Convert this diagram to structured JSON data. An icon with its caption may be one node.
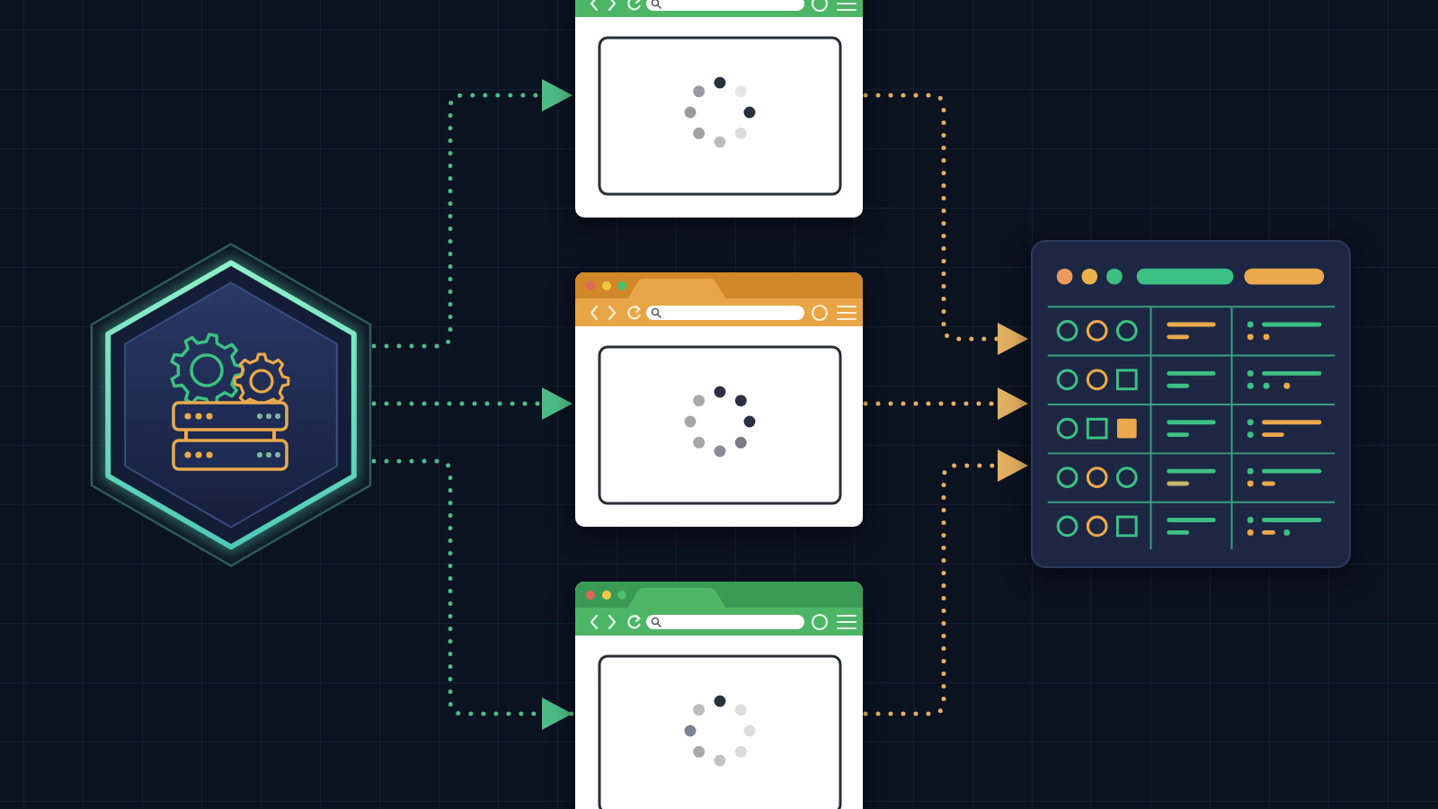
{
  "diagram": {
    "nodes": [
      {
        "text": [],
        "shape": "hexagon"
      },
      {
        "text": [],
        "shape": "picture"
      },
      {
        "text": [],
        "shape": "picture"
      },
      {
        "text": [],
        "shape": "picture"
      },
      {
        "text": [],
        "shape": "picture"
      }
    ],
    "edges": [
      {
        "from": 0,
        "to": 1,
        "arrow": "to",
        "style": "dashed",
        "color": "#4dbb86"
      },
      {
        "from": 0,
        "to": 2,
        "arrow": "to",
        "style": "dashed",
        "color": "#4dbb86"
      },
      {
        "from": 0,
        "to": 3,
        "arrow": "to",
        "style": "dashed",
        "color": "#4dbb86"
      },
      {
        "from": 1,
        "to": 4,
        "arrow": "to",
        "style": "dashed",
        "color": "#e2b062"
      },
      {
        "from": 2,
        "to": 4,
        "arrow": "to",
        "style": "dashed",
        "color": "#e2b062"
      },
      {
        "from": 3,
        "to": 4,
        "arrow": "to",
        "style": "dashed",
        "color": "#e2b062"
      }
    ]
  }
}
